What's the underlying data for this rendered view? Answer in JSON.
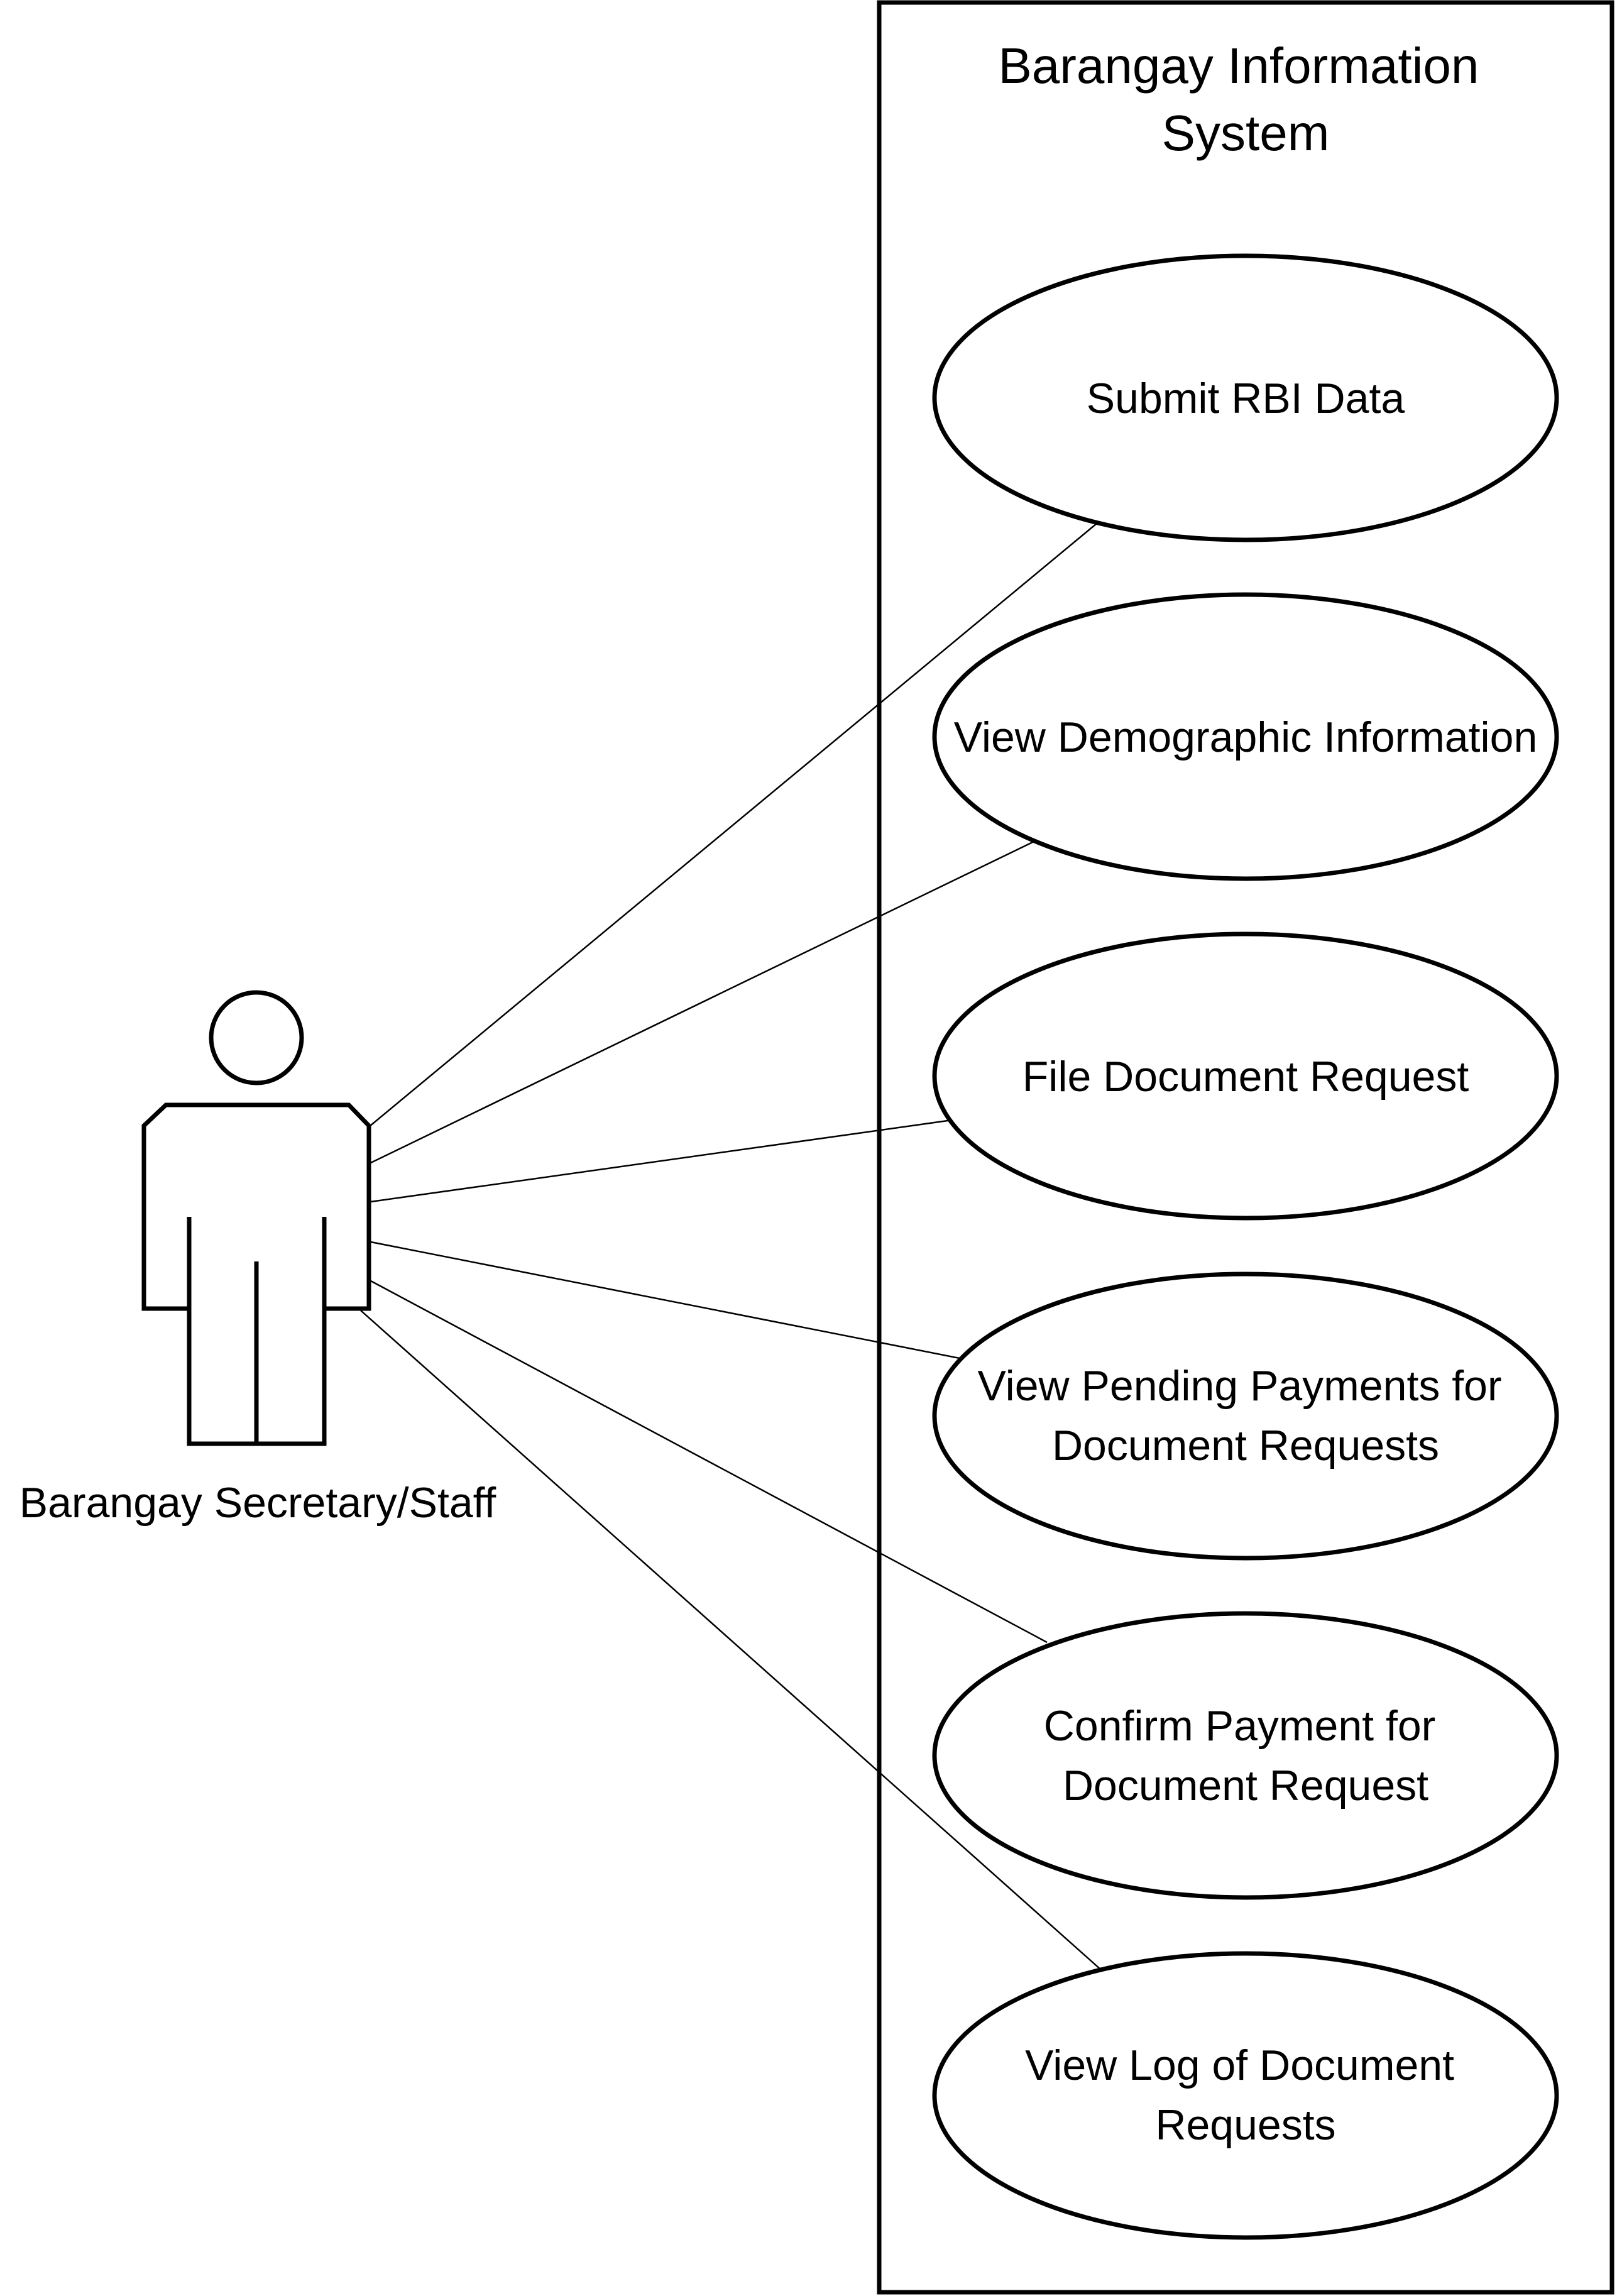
{
  "system": {
    "title_lines": [
      "Barangay Information",
      "System"
    ]
  },
  "actor": {
    "label": "Barangay Secretary/Staff"
  },
  "use_cases": [
    {
      "id": "uc1",
      "lines": [
        "Submit RBI Data"
      ]
    },
    {
      "id": "uc2",
      "lines": [
        "View Demographic Information"
      ]
    },
    {
      "id": "uc3",
      "lines": [
        "File Document Request"
      ]
    },
    {
      "id": "uc4",
      "lines": [
        "View Pending Payments for",
        "Document Requests"
      ]
    },
    {
      "id": "uc5",
      "lines": [
        "Confirm Payment for",
        "Document Request"
      ]
    },
    {
      "id": "uc6",
      "lines": [
        "View Log of Document",
        "Requests"
      ]
    }
  ]
}
